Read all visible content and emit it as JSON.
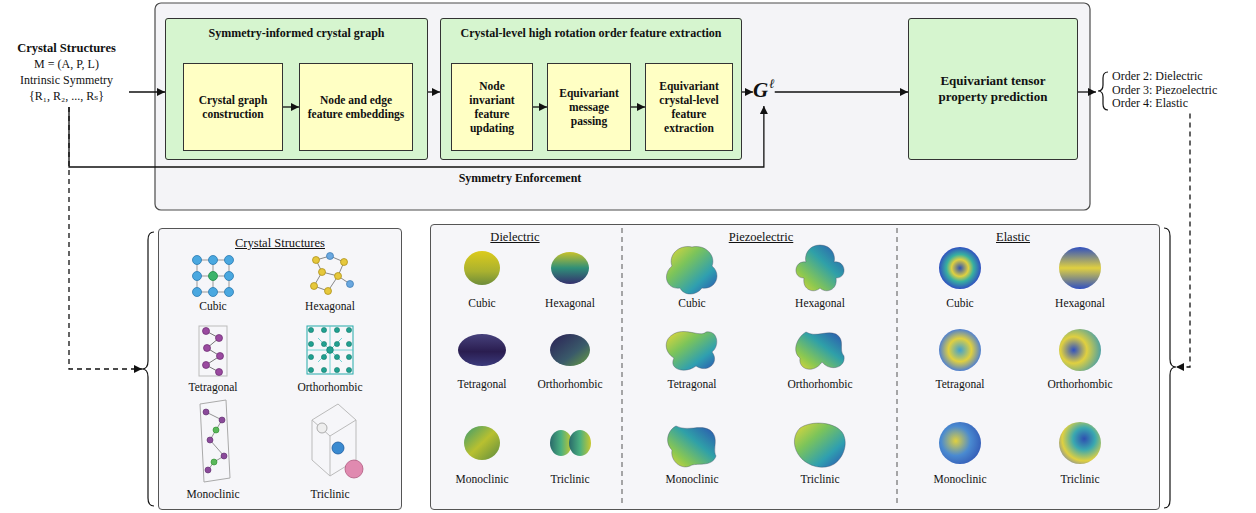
{
  "diagram": {
    "nodes": [
      {
        "text": [
          "Crystal Structures",
          "M = (A, P, L)",
          "Intrinsic Symmetry",
          "{R₁, R₂, ..., Rₛ}"
        ]
      },
      {
        "text": [
          "Symmetry-informed crystal graph"
        ]
      },
      {
        "text": [
          "Crystal graph construction"
        ],
        "in": 1
      },
      {
        "text": [
          "Node and edge feature embeddings"
        ],
        "in": 1
      },
      {
        "text": [
          "Crystal-level high rotation order feature extraction"
        ]
      },
      {
        "text": [
          "Node invariant feature updating"
        ],
        "in": 4
      },
      {
        "text": [
          "Equivariant message passing"
        ],
        "in": 4
      },
      {
        "text": [
          "Equivariant crystal-level feature extraction"
        ],
        "in": 4
      },
      {
        "text": [
          "G",
          "ℓ"
        ]
      },
      {
        "text": [
          "Equivariant tensor property prediction"
        ]
      },
      {
        "text": [
          "Order 2: Dielectric",
          "Order 3: Piezoelectric",
          "Order 4: Elastic"
        ]
      },
      {
        "text": [
          "Crystal Structures"
        ]
      },
      {
        "text": [
          "Dielectric",
          "Piezoelectric",
          "Elastic"
        ]
      }
    ],
    "edges": [
      {
        "from": 0,
        "to": 1,
        "arrow": "to"
      },
      {
        "from": 2,
        "to": 3,
        "arrow": "to"
      },
      {
        "from": 1,
        "to": 4,
        "arrow": "to"
      },
      {
        "from": 5,
        "to": 6,
        "arrow": "to"
      },
      {
        "from": 6,
        "to": 7,
        "arrow": "to"
      },
      {
        "from": 4,
        "to": 8,
        "arrow": "to"
      },
      {
        "from": 8,
        "to": 9,
        "arrow": "to"
      },
      {
        "from": 9,
        "to": 10,
        "arrow": "to"
      },
      {
        "from": 0,
        "to": 8,
        "label": "Symmetry Enforcement",
        "arrow": "to"
      },
      {
        "from": 0,
        "to": 11,
        "arrow": "to"
      },
      {
        "from": 10,
        "to": 12,
        "arrow": "to"
      }
    ],
    "labels": [
      "Cubic",
      "Hexagonal",
      "Tetragonal",
      "Orthorhombic",
      "Monoclinic",
      "Triclinic",
      "Cubic",
      "Hexagonal",
      "Tetragonal",
      "Orthorhombic",
      "Monoclinic",
      "Triclinic",
      "Cubic",
      "Hexagonal",
      "Tetragonal",
      "Orthorhombic",
      "Monoclinic",
      "Triclinic",
      "Cubic",
      "Hexagonal",
      "Tetragonal",
      "Orthorhombic",
      "Monoclinic",
      "Triclinic"
    ]
  }
}
